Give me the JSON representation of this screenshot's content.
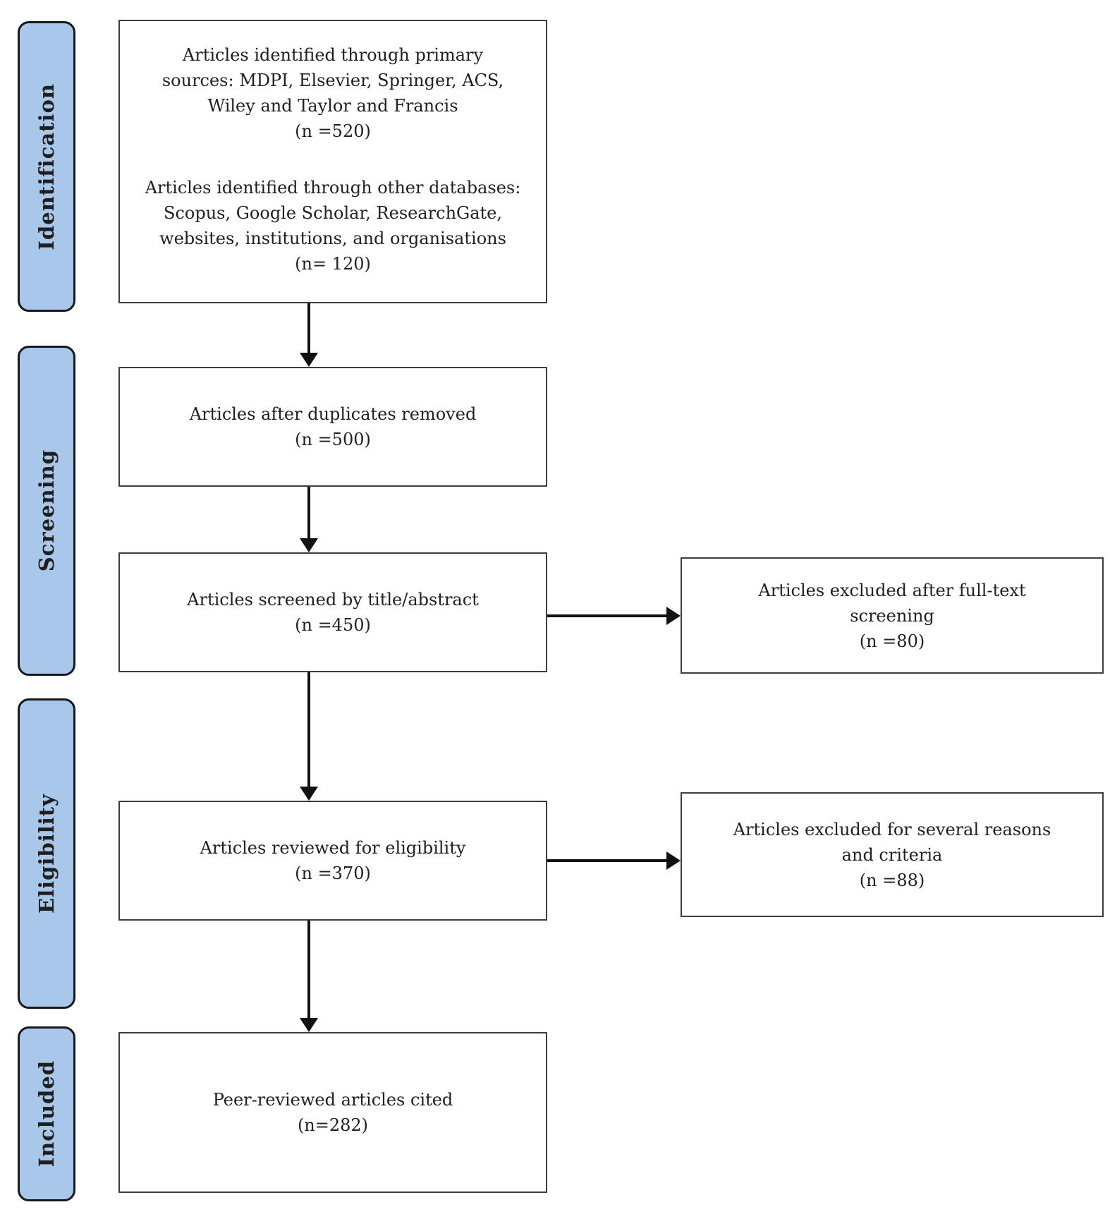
{
  "stages": [
    {
      "label": "Identification"
    },
    {
      "label": "Screening"
    },
    {
      "label": "Eligibility"
    },
    {
      "label": "Included"
    }
  ],
  "flow": {
    "identification": {
      "p1_lines": [
        "Articles identified through primary",
        "sources: MDPI, Elsevier, Springer, ACS,",
        "Wiley and Taylor and Francis"
      ],
      "p1_n": "(n =520)",
      "p2_lines": [
        "Articles identified through other databases:",
        "Scopus, Google Scholar, ResearchGate,",
        "websites, institutions, and organisations"
      ],
      "p2_n": "(n= 120)"
    },
    "duplicates_removed": {
      "label": "Articles after duplicates removed",
      "n": "(n =500)"
    },
    "screened": {
      "label": "Articles screened by title/abstract",
      "n": "(n =450)"
    },
    "reviewed": {
      "label": "Articles reviewed for eligibility",
      "n": "(n =370)"
    },
    "included": {
      "label": "Peer-reviewed articles cited",
      "n": "(n=282)"
    },
    "excluded_fulltext": {
      "lines": [
        "Articles excluded after full-text",
        "screening"
      ],
      "n": "(n =80)"
    },
    "excluded_reasons": {
      "lines": [
        "Articles excluded for several reasons",
        "and criteria"
      ],
      "n": "(n =88)"
    }
  },
  "colors": {
    "stage_fill": "#a9c7e8",
    "stage_border": "#17171f",
    "box_border": "#3d3d3d",
    "text": "#1f1f1f",
    "arrow": "#111111",
    "background": "#ffffff"
  }
}
